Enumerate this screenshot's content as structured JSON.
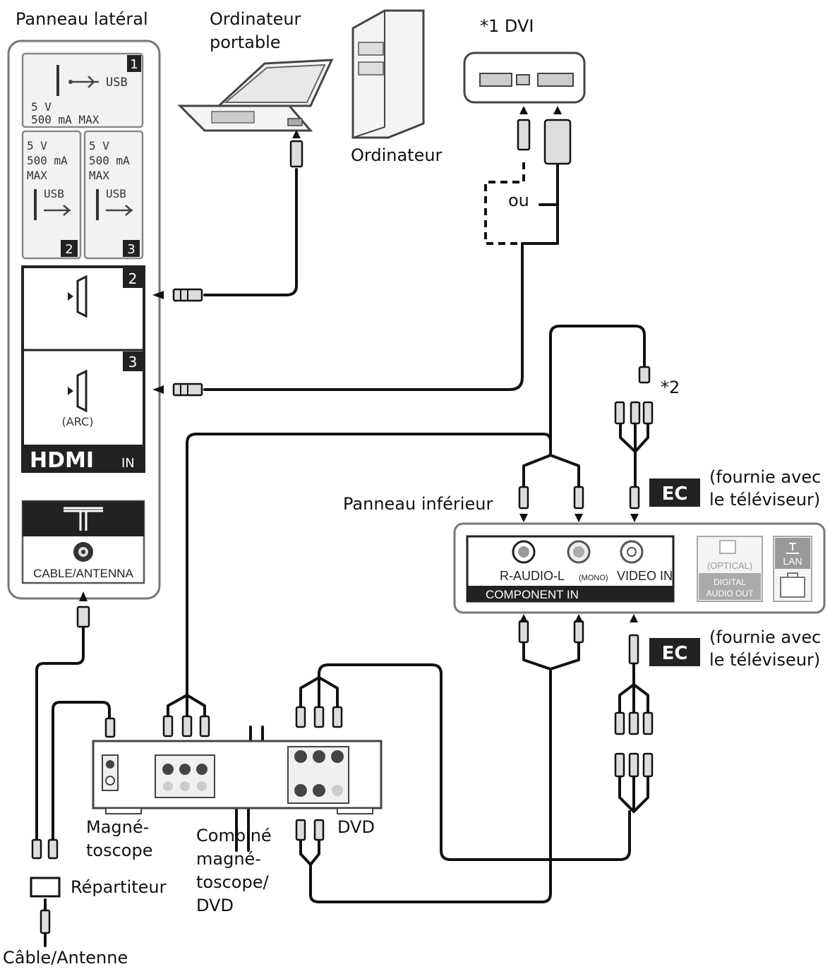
{
  "labels": {
    "side_panel": "Panneau latéral",
    "laptop_line1": "Ordinateur",
    "laptop_line2": "portable",
    "dvi_note": "*1 DVI",
    "computer": "Ordinateur",
    "or": "ou",
    "bottom_panel": "Panneau inférieur",
    "note2": "*2",
    "ec_badge_top": "EC",
    "ec_badge_bottom": "EC",
    "supplied_top_line1": "(fournie avec",
    "supplied_top_line2": "le téléviseur)",
    "supplied_bottom_line1": "(fournie avec",
    "supplied_bottom_line2": "le téléviseur)",
    "vcr_line1": "Magné-",
    "vcr_line2": "toscope",
    "combo_line1": "Combiné",
    "combo_line2": "magné-",
    "combo_line3": "toscope/",
    "combo_line4": "DVD",
    "dvd": "DVD",
    "splitter": "Répartiteur",
    "cable_antenna": "Câble/Antenne"
  },
  "side_panel": {
    "usb1": {
      "number": "1",
      "voltage": "5 V",
      "current": "500 mA MAX",
      "label": "USB"
    },
    "usb2": {
      "number": "2",
      "voltage": "5 V",
      "current_line1": "500 mA",
      "current_line2": "MAX",
      "label": "USB"
    },
    "usb3": {
      "number": "3",
      "voltage": "5 V",
      "current_line1": "500 mA",
      "current_line2": "MAX",
      "label": "USB"
    },
    "hdmi2": {
      "number": "2"
    },
    "hdmi3": {
      "number": "3",
      "note": "(ARC)"
    },
    "hdmi_title": "HDMI",
    "hdmi_in": "IN",
    "antenna_label": "CABLE/ANTENNA"
  },
  "bottom_panel": {
    "audio_label": "R-AUDIO-L",
    "mono": "(MONO)",
    "video_in": "VIDEO IN",
    "component_in": "COMPONENT IN",
    "optical": "(OPTICAL)",
    "digital_audio_line1": "DIGITAL",
    "digital_audio_line2": "AUDIO OUT",
    "lan": "LAN"
  },
  "icons": [
    "usb-icon",
    "hdmi-port-icon",
    "antenna-icon",
    "lan-icon",
    "laptop-icon",
    "desktop-computer-icon"
  ]
}
